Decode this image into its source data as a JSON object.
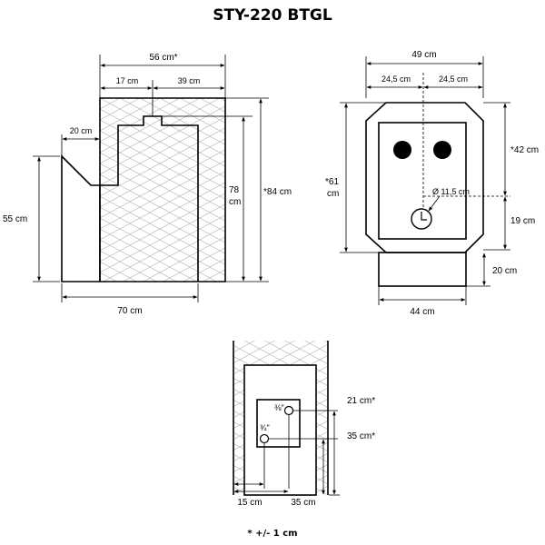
{
  "title": "STY-220 BTGL",
  "footnote": "* +/- 1 cm",
  "side_view": {
    "top_width": "56 cm*",
    "top_left": "17 cm",
    "top_right": "39 cm",
    "step_width": "20 cm",
    "front_height": "55 cm",
    "inner_height_value": "78",
    "inner_height_unit": "cm",
    "total_height": "*84 cm",
    "bottom_width": "70 cm"
  },
  "front_view": {
    "total_width": "49 cm",
    "left_half": "24,5 cm",
    "right_half": "24,5 cm",
    "left_height_value": "*61",
    "left_height_unit": "cm",
    "upper_right": "*42 cm",
    "clock_diameter": "Ø 11,5 cm",
    "lower_right": "19 cm",
    "base_height": "20 cm",
    "base_width": "44 cm"
  },
  "rear_view": {
    "fitting_upper": "⅜\"",
    "fitting_lower": "¾\"",
    "right_upper": "21 cm*",
    "right_lower": "35 cm*",
    "bottom_left": "15 cm",
    "bottom_right": "35 cm"
  }
}
